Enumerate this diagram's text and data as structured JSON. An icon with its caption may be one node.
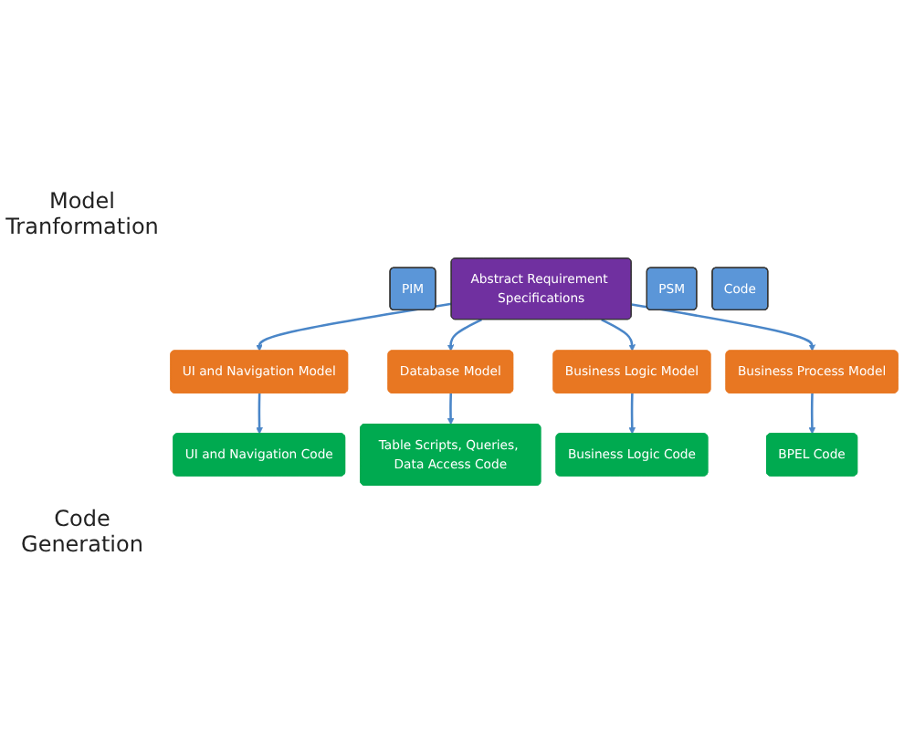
{
  "diagram": {
    "nodes": [
      {
        "text": [
          "PIM"
        ]
      },
      {
        "text": [
          "Abstract Requirement Specifications"
        ]
      },
      {
        "text": [
          "PSM"
        ]
      },
      {
        "text": [
          "UI and Navigation Model"
        ]
      },
      {
        "text": [
          "Database Model"
        ]
      },
      {
        "text": [
          "Business Logic Model"
        ]
      },
      {
        "text": [
          "Business Process Model"
        ]
      },
      {
        "text": [
          "Code"
        ]
      },
      {
        "text": [
          "UI and Navigation Code"
        ]
      },
      {
        "text": [
          "Table Scripts, Queries, Data Access Code"
        ]
      },
      {
        "text": [
          "Business Logic Code"
        ]
      },
      {
        "text": [
          "BPEL Code"
        ]
      }
    ],
    "edges": [
      {
        "from": 1,
        "to": 3,
        "arrow": "to"
      },
      {
        "from": 1,
        "to": 4,
        "arrow": "to"
      },
      {
        "from": 1,
        "to": 5,
        "arrow": "to"
      },
      {
        "from": 1,
        "to": 6,
        "arrow": "to"
      },
      {
        "from": 3,
        "to": 8,
        "arrow": "to"
      },
      {
        "from": 4,
        "to": 9,
        "arrow": "to"
      },
      {
        "from": 5,
        "to": 10,
        "arrow": "to"
      },
      {
        "from": 6,
        "to": 11,
        "arrow": "to"
      }
    ],
    "labels": [
      "Model Tranformation",
      "Code Generation"
    ]
  }
}
